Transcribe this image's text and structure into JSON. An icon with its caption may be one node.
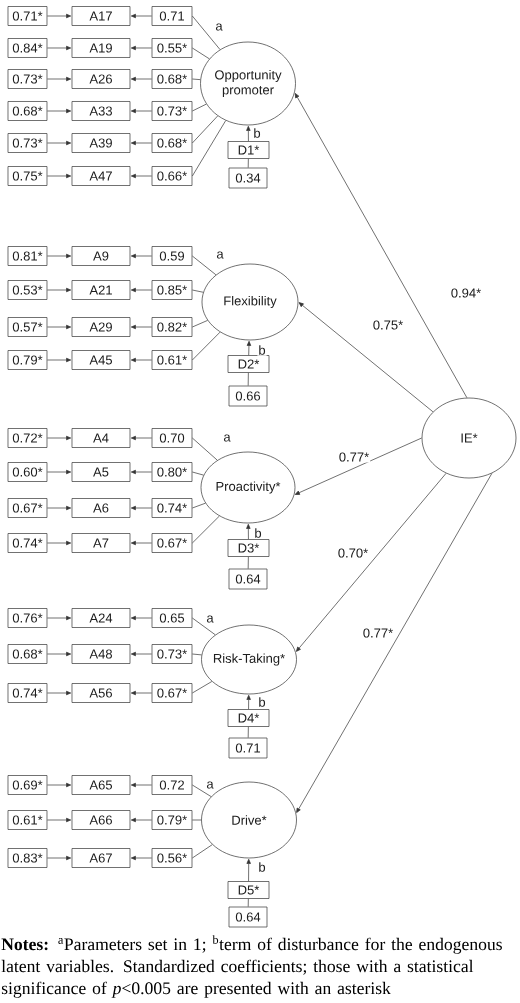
{
  "diagram": {
    "caption": "**Notes:** $^{a}$Parameters set in 1; $^{b}$term of disturbance for the endogenous latent variables. Standardized coefficients; those with a statistical significance of *p*<0.005 are presented with an asterisk",
    "nodes": [
      {
        "text": [
          "0.71*"
        ]
      },
      {
        "text": [
          "A17"
        ]
      },
      {
        "text": [
          "0.71"
        ]
      },
      {
        "text": [
          "0.84*"
        ]
      },
      {
        "text": [
          "A19"
        ]
      },
      {
        "text": [
          "0.55*"
        ]
      },
      {
        "text": [
          "0.73*"
        ]
      },
      {
        "text": [
          "A26"
        ]
      },
      {
        "text": [
          "0.68*"
        ]
      },
      {
        "text": [
          "0.68*"
        ]
      },
      {
        "text": [
          "A33"
        ]
      },
      {
        "text": [
          "0.73*"
        ]
      },
      {
        "text": [
          "0.73*"
        ]
      },
      {
        "text": [
          "A39"
        ]
      },
      {
        "text": [
          "0.68*"
        ]
      },
      {
        "text": [
          "0.75*"
        ]
      },
      {
        "text": [
          "A47"
        ]
      },
      {
        "text": [
          "0.66*"
        ]
      },
      {
        "text": [
          "Opportunity promoter"
        ]
      },
      {
        "text": [
          "D1*"
        ]
      },
      {
        "text": [
          "0.34"
        ]
      },
      {
        "text": [
          "0.81*"
        ]
      },
      {
        "text": [
          "A9"
        ]
      },
      {
        "text": [
          "0.59"
        ]
      },
      {
        "text": [
          "0.53*"
        ]
      },
      {
        "text": [
          "A21"
        ]
      },
      {
        "text": [
          "0.85*"
        ]
      },
      {
        "text": [
          "0.57*"
        ]
      },
      {
        "text": [
          "A29"
        ]
      },
      {
        "text": [
          "0.82*"
        ]
      },
      {
        "text": [
          "0.79*"
        ]
      },
      {
        "text": [
          "A45"
        ]
      },
      {
        "text": [
          "0.61*"
        ]
      },
      {
        "text": [
          "Flexibility"
        ]
      },
      {
        "text": [
          "D2*"
        ]
      },
      {
        "text": [
          "0.66"
        ]
      },
      {
        "text": [
          "0.72*"
        ]
      },
      {
        "text": [
          "A4"
        ]
      },
      {
        "text": [
          "0.70"
        ]
      },
      {
        "text": [
          "0.60*"
        ]
      },
      {
        "text": [
          "A5"
        ]
      },
      {
        "text": [
          "0.80*"
        ]
      },
      {
        "text": [
          "0.67*"
        ]
      },
      {
        "text": [
          "A6"
        ]
      },
      {
        "text": [
          "0.74*"
        ]
      },
      {
        "text": [
          "0.74*"
        ]
      },
      {
        "text": [
          "A7"
        ]
      },
      {
        "text": [
          "0.67*"
        ]
      },
      {
        "text": [
          "Proactivity*"
        ]
      },
      {
        "text": [
          "D3*"
        ]
      },
      {
        "text": [
          "0.64"
        ]
      },
      {
        "text": [
          "0.76*"
        ]
      },
      {
        "text": [
          "A24"
        ]
      },
      {
        "text": [
          "0.65"
        ]
      },
      {
        "text": [
          "0.68*"
        ]
      },
      {
        "text": [
          "A48"
        ]
      },
      {
        "text": [
          "0.73*"
        ]
      },
      {
        "text": [
          "0.74*"
        ]
      },
      {
        "text": [
          "A56"
        ]
      },
      {
        "text": [
          "0.67*"
        ]
      },
      {
        "text": [
          "Risk-Taking*"
        ]
      },
      {
        "text": [
          "D4*"
        ]
      },
      {
        "text": [
          "0.71"
        ]
      },
      {
        "text": [
          "0.69*"
        ]
      },
      {
        "text": [
          "A65"
        ]
      },
      {
        "text": [
          "0.72"
        ]
      },
      {
        "text": [
          "0.61*"
        ]
      },
      {
        "text": [
          "A66"
        ]
      },
      {
        "text": [
          "0.79*"
        ]
      },
      {
        "text": [
          "0.83*"
        ]
      },
      {
        "text": [
          "A67"
        ]
      },
      {
        "text": [
          "0.56*"
        ]
      },
      {
        "text": [
          "Drive*"
        ]
      },
      {
        "text": [
          "D5*"
        ]
      },
      {
        "text": [
          "0.64"
        ]
      },
      {
        "text": [
          "IE*"
        ]
      }
    ],
    "edges": [
      {
        "from": 0,
        "to": 1,
        "arrow": "to"
      },
      {
        "from": 2,
        "to": 1,
        "arrow": "to"
      },
      {
        "from": 2,
        "to": 18,
        "arrow": "none",
        "label": "a"
      },
      {
        "from": 3,
        "to": 4,
        "arrow": "to"
      },
      {
        "from": 5,
        "to": 4,
        "arrow": "to"
      },
      {
        "from": 5,
        "to": 18,
        "arrow": "none"
      },
      {
        "from": 6,
        "to": 7,
        "arrow": "to"
      },
      {
        "from": 8,
        "to": 7,
        "arrow": "to"
      },
      {
        "from": 8,
        "to": 18,
        "arrow": "none"
      },
      {
        "from": 9,
        "to": 10,
        "arrow": "to"
      },
      {
        "from": 11,
        "to": 10,
        "arrow": "to"
      },
      {
        "from": 11,
        "to": 18,
        "arrow": "none"
      },
      {
        "from": 12,
        "to": 13,
        "arrow": "to"
      },
      {
        "from": 14,
        "to": 13,
        "arrow": "to"
      },
      {
        "from": 14,
        "to": 18,
        "arrow": "none"
      },
      {
        "from": 15,
        "to": 16,
        "arrow": "to"
      },
      {
        "from": 17,
        "to": 16,
        "arrow": "to"
      },
      {
        "from": 17,
        "to": 18,
        "arrow": "none"
      },
      {
        "from": 19,
        "to": 18,
        "arrow": "to",
        "label": "b"
      },
      {
        "from": 20,
        "to": 19,
        "arrow": "none"
      },
      {
        "from": 75,
        "to": 18,
        "arrow": "to",
        "label": "0.94*"
      },
      {
        "from": 21,
        "to": 22,
        "arrow": "to"
      },
      {
        "from": 23,
        "to": 22,
        "arrow": "to"
      },
      {
        "from": 23,
        "to": 33,
        "arrow": "none",
        "label": "a"
      },
      {
        "from": 24,
        "to": 25,
        "arrow": "to"
      },
      {
        "from": 26,
        "to": 25,
        "arrow": "to"
      },
      {
        "from": 26,
        "to": 33,
        "arrow": "none"
      },
      {
        "from": 27,
        "to": 28,
        "arrow": "to"
      },
      {
        "from": 29,
        "to": 28,
        "arrow": "to"
      },
      {
        "from": 29,
        "to": 33,
        "arrow": "none"
      },
      {
        "from": 30,
        "to": 31,
        "arrow": "to"
      },
      {
        "from": 32,
        "to": 31,
        "arrow": "to"
      },
      {
        "from": 32,
        "to": 33,
        "arrow": "none"
      },
      {
        "from": 34,
        "to": 33,
        "arrow": "to",
        "label": "b"
      },
      {
        "from": 35,
        "to": 34,
        "arrow": "none"
      },
      {
        "from": 75,
        "to": 33,
        "arrow": "to",
        "label": "0.75*"
      },
      {
        "from": 36,
        "to": 37,
        "arrow": "to"
      },
      {
        "from": 38,
        "to": 37,
        "arrow": "to"
      },
      {
        "from": 38,
        "to": 48,
        "arrow": "none",
        "label": "a"
      },
      {
        "from": 39,
        "to": 40,
        "arrow": "to"
      },
      {
        "from": 41,
        "to": 40,
        "arrow": "to"
      },
      {
        "from": 41,
        "to": 48,
        "arrow": "none"
      },
      {
        "from": 42,
        "to": 43,
        "arrow": "to"
      },
      {
        "from": 44,
        "to": 43,
        "arrow": "to"
      },
      {
        "from": 44,
        "to": 48,
        "arrow": "none"
      },
      {
        "from": 45,
        "to": 46,
        "arrow": "to"
      },
      {
        "from": 47,
        "to": 46,
        "arrow": "to"
      },
      {
        "from": 47,
        "to": 48,
        "arrow": "none"
      },
      {
        "from": 49,
        "to": 48,
        "arrow": "to",
        "label": "b"
      },
      {
        "from": 50,
        "to": 49,
        "arrow": "none"
      },
      {
        "from": 75,
        "to": 48,
        "arrow": "to",
        "label": "0.77*"
      },
      {
        "from": 51,
        "to": 52,
        "arrow": "to"
      },
      {
        "from": 53,
        "to": 52,
        "arrow": "to"
      },
      {
        "from": 53,
        "to": 60,
        "arrow": "none",
        "label": "a"
      },
      {
        "from": 54,
        "to": 55,
        "arrow": "to"
      },
      {
        "from": 56,
        "to": 55,
        "arrow": "to"
      },
      {
        "from": 56,
        "to": 60,
        "arrow": "none"
      },
      {
        "from": 57,
        "to": 58,
        "arrow": "to"
      },
      {
        "from": 59,
        "to": 58,
        "arrow": "to"
      },
      {
        "from": 59,
        "to": 60,
        "arrow": "none"
      },
      {
        "from": 61,
        "to": 60,
        "arrow": "to",
        "label": "b"
      },
      {
        "from": 62,
        "to": 61,
        "arrow": "none"
      },
      {
        "from": 75,
        "to": 60,
        "arrow": "to",
        "label": "0.70*"
      },
      {
        "from": 63,
        "to": 64,
        "arrow": "to"
      },
      {
        "from": 65,
        "to": 64,
        "arrow": "to"
      },
      {
        "from": 65,
        "to": 72,
        "arrow": "none",
        "label": "a"
      },
      {
        "from": 66,
        "to": 67,
        "arrow": "to"
      },
      {
        "from": 68,
        "to": 67,
        "arrow": "to"
      },
      {
        "from": 68,
        "to": 72,
        "arrow": "none"
      },
      {
        "from": 69,
        "to": 70,
        "arrow": "to"
      },
      {
        "from": 71,
        "to": 70,
        "arrow": "to"
      },
      {
        "from": 71,
        "to": 72,
        "arrow": "none"
      },
      {
        "from": 73,
        "to": 72,
        "arrow": "to",
        "label": "b"
      },
      {
        "from": 74,
        "to": 73,
        "arrow": "none"
      },
      {
        "from": 75,
        "to": 72,
        "arrow": "to",
        "label": "0.77*"
      }
    ]
  }
}
